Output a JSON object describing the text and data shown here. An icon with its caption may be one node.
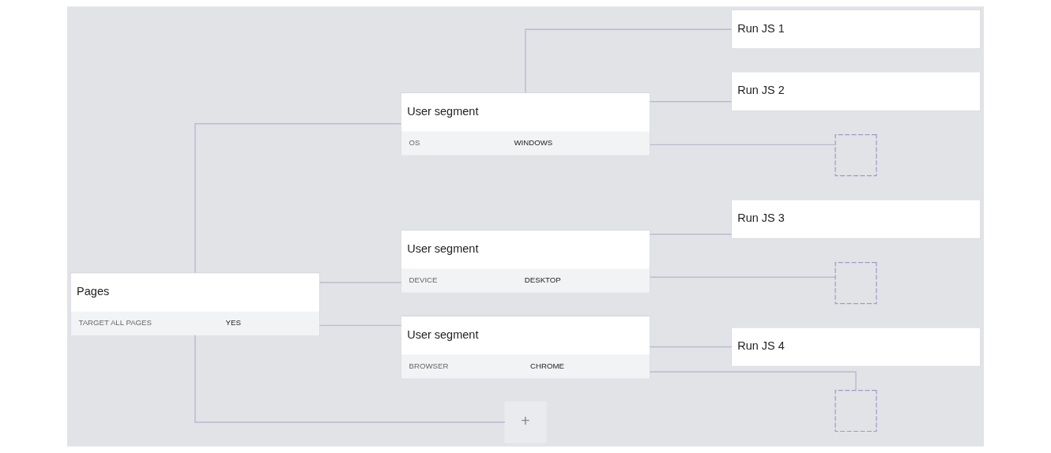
{
  "diagram": {
    "nodes": [
      {
        "text": [
          "Pages",
          "TARGET ALL PAGES",
          "YES"
        ]
      },
      {
        "text": [
          "User segment",
          "OS",
          "WINDOWS"
        ]
      },
      {
        "text": [
          "Run JS 1"
        ]
      },
      {
        "text": [
          "Run JS 2"
        ]
      },
      {
        "text": [],
        "shape": "box"
      },
      {
        "text": [
          "User segment",
          "DEVICE",
          "DESKTOP"
        ]
      },
      {
        "text": [
          "Run JS 3"
        ]
      },
      {
        "text": [],
        "shape": "box"
      },
      {
        "text": [
          "User segment",
          "BROWSER",
          "CHROME"
        ]
      },
      {
        "text": [
          "Run JS 4"
        ]
      },
      {
        "text": [],
        "shape": "box"
      },
      {
        "text": [
          "+"
        ]
      }
    ],
    "edges": [
      {
        "from": 0,
        "to": 1,
        "arrow": "none"
      },
      {
        "from": 0,
        "to": 5,
        "arrow": "none"
      },
      {
        "from": 0,
        "to": 8,
        "arrow": "none"
      },
      {
        "from": 0,
        "to": 11,
        "arrow": "none"
      },
      {
        "from": 1,
        "to": 2,
        "arrow": "none"
      },
      {
        "from": 1,
        "to": 3,
        "arrow": "none"
      },
      {
        "from": 1,
        "to": 4,
        "arrow": "none"
      },
      {
        "from": 5,
        "to": 6,
        "arrow": "none"
      },
      {
        "from": 5,
        "to": 7,
        "arrow": "none"
      },
      {
        "from": 8,
        "to": 9,
        "arrow": "none"
      },
      {
        "from": 8,
        "to": 10,
        "arrow": "none"
      }
    ]
  }
}
